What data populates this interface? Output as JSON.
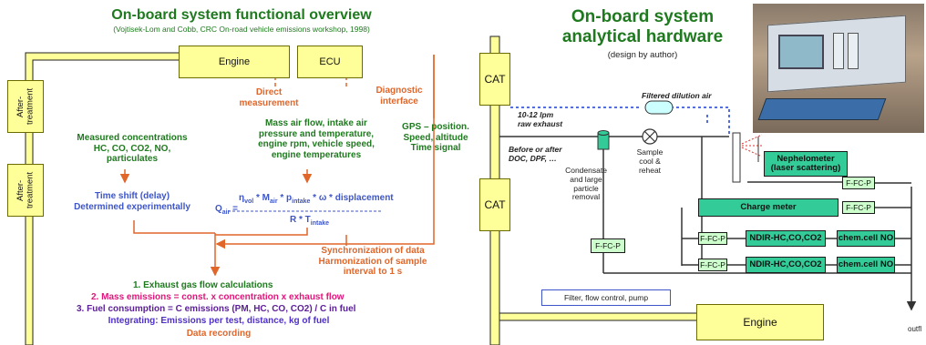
{
  "left": {
    "title": "On-board system functional overview",
    "subtitle": "(Vojtisek-Lom and Cobb, CRC On-road vehicle emissions workshop, 1998)",
    "engine_label": "Engine",
    "ecu_label": "ECU",
    "aftertreatment_1": "After-treatment",
    "aftertreatment_2": "After-treatment",
    "direct_1": "Direct",
    "direct_2": "measurement",
    "diag_1": "Diagnostic",
    "diag_2": "interface",
    "measured_1": "Measured concentrations",
    "measured_2": "HC, CO, CO2, NO,",
    "measured_3": "particulates",
    "maf_1": "Mass air flow, intake air",
    "maf_2": "pressure and temperature,",
    "maf_3": "engine rpm, vehicle speed,",
    "maf_4": "engine temperatures",
    "gps_1": "GPS – position.",
    "gps_2": "Speed, altitude",
    "gps_3": "Time signal",
    "timeshift_1": "Time shift (delay)",
    "timeshift_2": "Determined experimentally",
    "formula": {
      "q": "Q",
      "q_sub": "air",
      "eq": " =",
      "eta": "η",
      "eta_sub": "vol",
      "mult1": " * M",
      "m_sub": "air",
      "mult2": " * p",
      "p_sub": "intake",
      "rest": " * ω * displacement",
      "den": "R * T",
      "den_sub": "intake"
    },
    "sync_1": "Synchronization of data",
    "sync_2": "Harmonization of sample",
    "sync_3": "interval to 1 s",
    "step1": "1.    Exhaust gas flow calculations",
    "step2": "2. Mass emissions = const. x concentration x exhaust flow",
    "step3": "3. Fuel consumption = C emissions (PM, HC, CO, CO2) / C in fuel",
    "step4": "Integrating: Emissions per test, distance, kg of fuel",
    "step5": "Data recording"
  },
  "right": {
    "title_1": "On-board system",
    "title_2": "analytical hardware",
    "subtitle": "(design by author)",
    "cat_1": "CAT",
    "cat_2": "CAT",
    "filtered_air": "Filtered dilution air",
    "raw_1": "10-12 lpm",
    "raw_2": "raw exhaust",
    "before_1": "Before or after",
    "before_2": "DOC, DPF, …",
    "sample_1": "Sample",
    "sample_2": "cool &",
    "sample_3": "reheat",
    "condensate_1": "Condensate",
    "condensate_2": "and large",
    "condensate_3": "particle",
    "condensate_4": "removal",
    "ffcp": "F-FC-P",
    "nephelometer_1": "Nephelometer",
    "nephelometer_2": "(laser scattering)",
    "charge_meter": "Charge meter",
    "ndir": "NDIR-HC,CO,CO2",
    "chem": "chem.cell NO",
    "filter_note": "Filter, flow control, pump",
    "engine_label": "Engine",
    "outflow": "outfl"
  },
  "colors": {
    "engine_box": "#ffff99",
    "analyzer_box": "#33cc99",
    "filter_box": "#ccffcc",
    "pipe": "#ffff99",
    "arrow": "#e0662a",
    "dilution": "#1f3fd0"
  }
}
